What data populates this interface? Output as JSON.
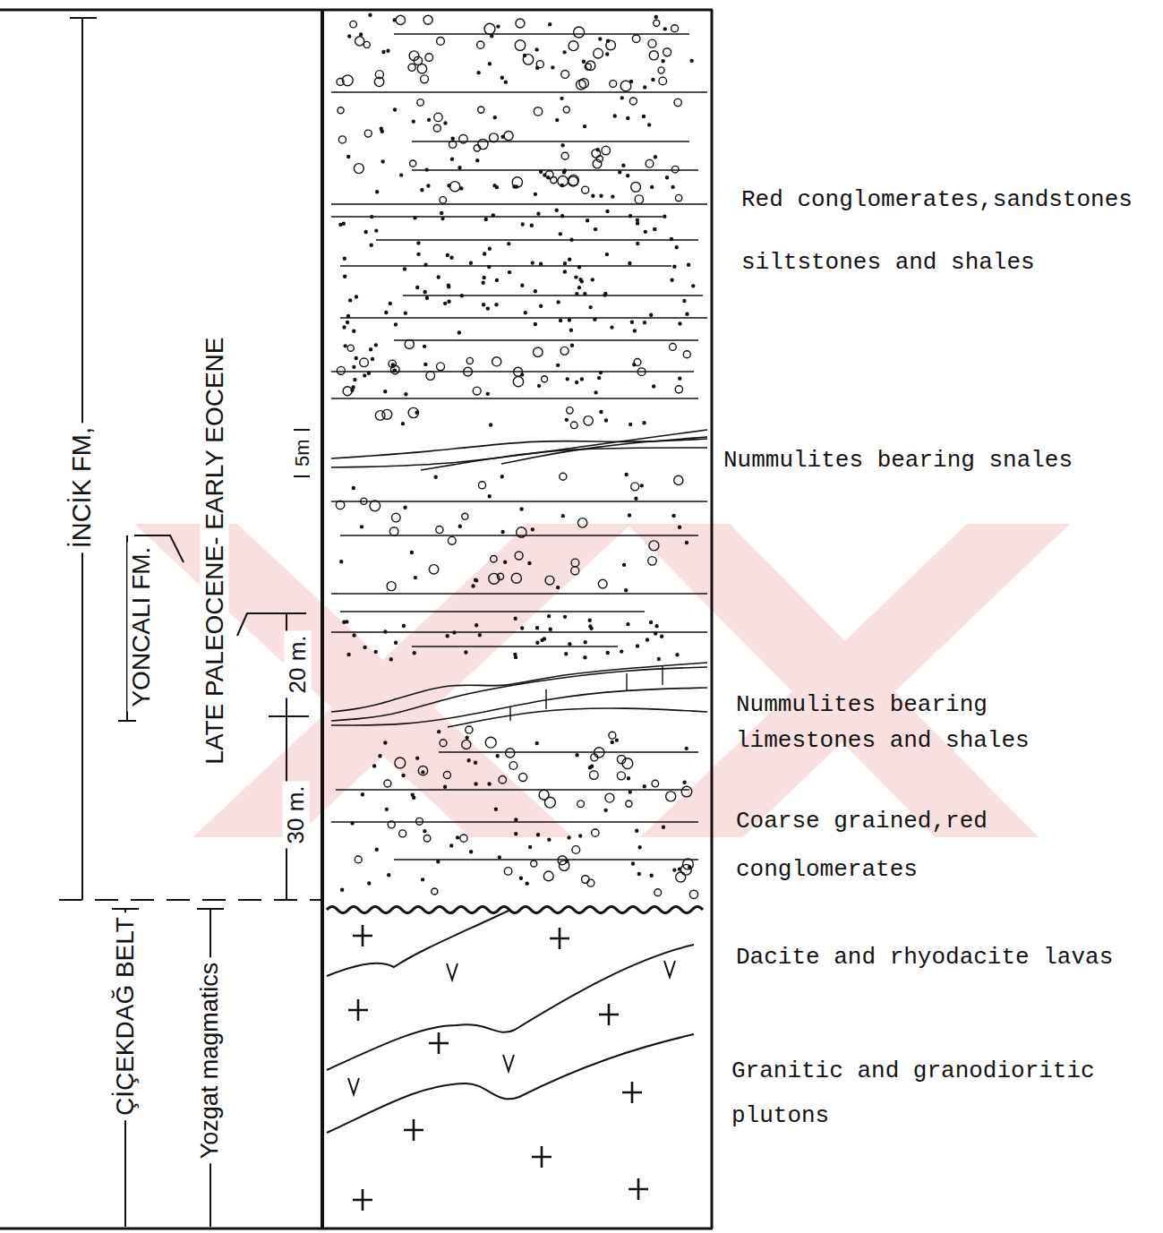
{
  "diagram": {
    "labels": [
      "Red conglomerates,sandstones siltstones and shales",
      "Nummulites bearing snales",
      "Nummulites bearing limestones and shales",
      "Coarse grained,red conglomerates",
      "Dacite and rhyodacite lavas",
      "Granitic and granodioritic plutons",
      "İNCİK FM,",
      "YONCALI FM.",
      "LATE PALEOCENE- EARLY EOCENE",
      "5m",
      "20 m.",
      "30 m.",
      "ÇİÇEKDAĞ BELT",
      "Yozgat magmatics"
    ]
  }
}
